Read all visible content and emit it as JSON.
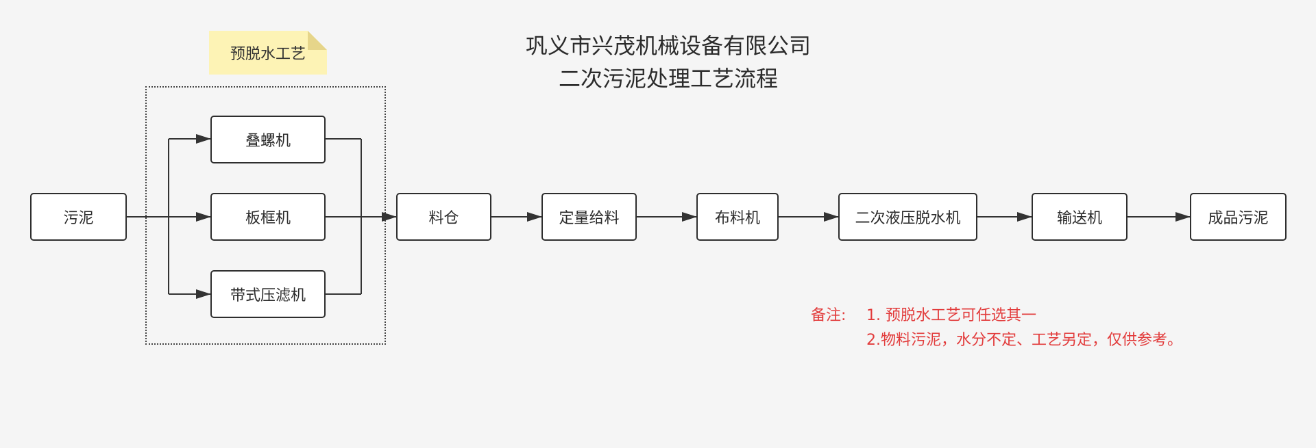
{
  "title": {
    "company": "巩义市兴茂机械设备有限公司",
    "process": "二次污泥处理工艺流程"
  },
  "sticky_note": {
    "label": "预脱水工艺"
  },
  "nodes": {
    "sludge": "污泥",
    "screw_press": "叠螺机",
    "plate_frame": "板框机",
    "belt_filter": "带式压滤机",
    "bin": "料仓",
    "metered_feed": "定量给料",
    "distributor": "布料机",
    "hydraulic_dewater": "二次液压脱水机",
    "conveyor": "输送机",
    "final_sludge": "成品污泥"
  },
  "notes": {
    "label": "备注:",
    "items": [
      "1. 预脱水工艺可任选其一",
      "2.物料污泥，水分不定、工艺另定，仅供参考。"
    ]
  },
  "colors": {
    "background": "#f5f5f5",
    "node_border": "#2e2e2e",
    "connector": "#333333",
    "sticky_note": "#fdf3b5",
    "note_text": "#e23b3b"
  }
}
